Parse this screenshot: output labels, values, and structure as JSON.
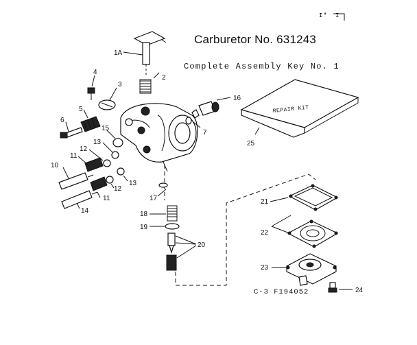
{
  "title": "Carburetor No. 631243",
  "subtitle": "Complete Assembly Key No. 1",
  "figure_ref": "C-3 F194052",
  "corner_marks": [
    "I'",
    "'",
    "I"
  ],
  "kit_label": "REPAIR KIT",
  "callouts": {
    "1A": "1A",
    "2": "2",
    "3": "3",
    "4": "4",
    "5": "5",
    "6": "6",
    "7": "7",
    "10": "10",
    "11a": "11",
    "11b": "11",
    "12a": "12",
    "12b": "12",
    "13a": "13",
    "13b": "13",
    "14": "14",
    "15": "15",
    "16": "16",
    "17": "17",
    "18": "18",
    "19": "19",
    "20": "20",
    "21": "21",
    "22": "22",
    "23": "23",
    "24": "24",
    "25": "25"
  }
}
